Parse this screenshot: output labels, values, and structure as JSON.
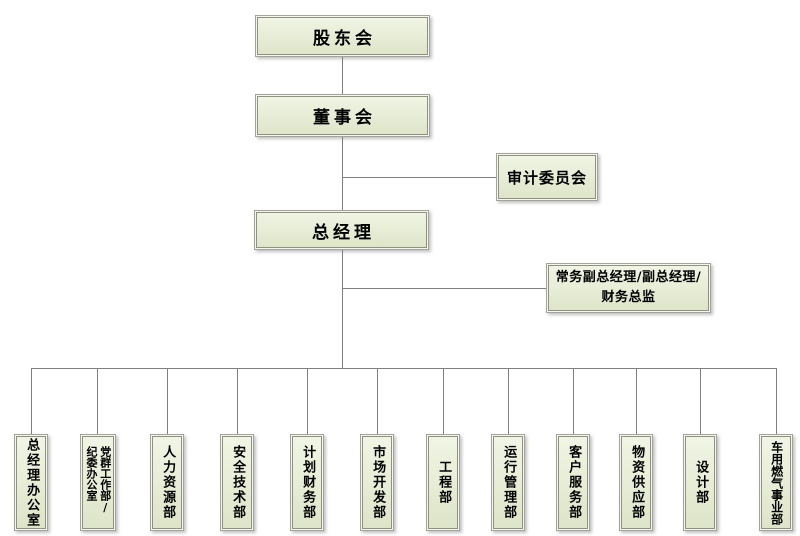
{
  "diagram": {
    "type": "org-chart",
    "nodes": {
      "shareholders": "股东会",
      "board": "董事会",
      "audit_committee": "审计委员会",
      "general_manager": "总经理",
      "deputy": {
        "lines": [
          "常务副总经理/副总经理/",
          "财务总监"
        ]
      }
    },
    "departments": [
      "总经理办公室",
      "党群工作部/纪委办公室",
      "人力资源部",
      "安全技术部",
      "计划财务部",
      "市场开发部",
      "工程部",
      "运行管理部",
      "客户服务部",
      "物资供应部",
      "设计部",
      "车用燃气事业部"
    ],
    "colors": {
      "box_fill_top": "#f1f5e6",
      "box_fill_bottom": "#dde4c8",
      "box_border": "#8f9180",
      "connector": "#7f7f7f",
      "text": "#000000"
    }
  }
}
